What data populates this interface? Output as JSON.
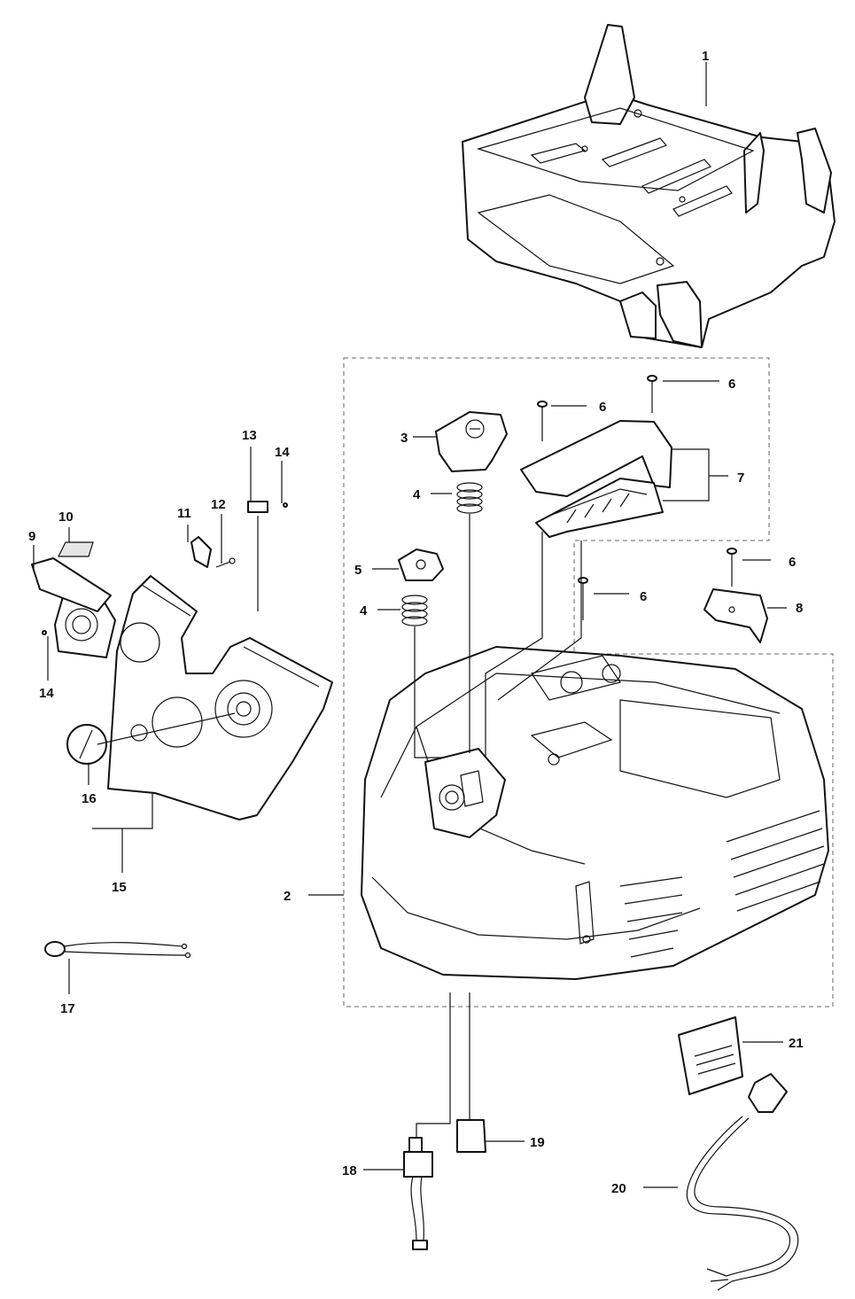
{
  "diagram": {
    "type": "exploded-parts-view",
    "callouts": {
      "c1": "1",
      "c2": "2",
      "c3": "3",
      "c4a": "4",
      "c4b": "4",
      "c5": "5",
      "c6a": "6",
      "c6b": "6",
      "c6c": "6",
      "c6d": "6",
      "c7": "7",
      "c8": "8",
      "c9": "9",
      "c10": "10",
      "c11": "11",
      "c12": "12",
      "c13": "13",
      "c14a": "14",
      "c14b": "14",
      "c15": "15",
      "c16": "16",
      "c17": "17",
      "c18": "18",
      "c19": "19",
      "c20": "20",
      "c21": "21"
    }
  }
}
